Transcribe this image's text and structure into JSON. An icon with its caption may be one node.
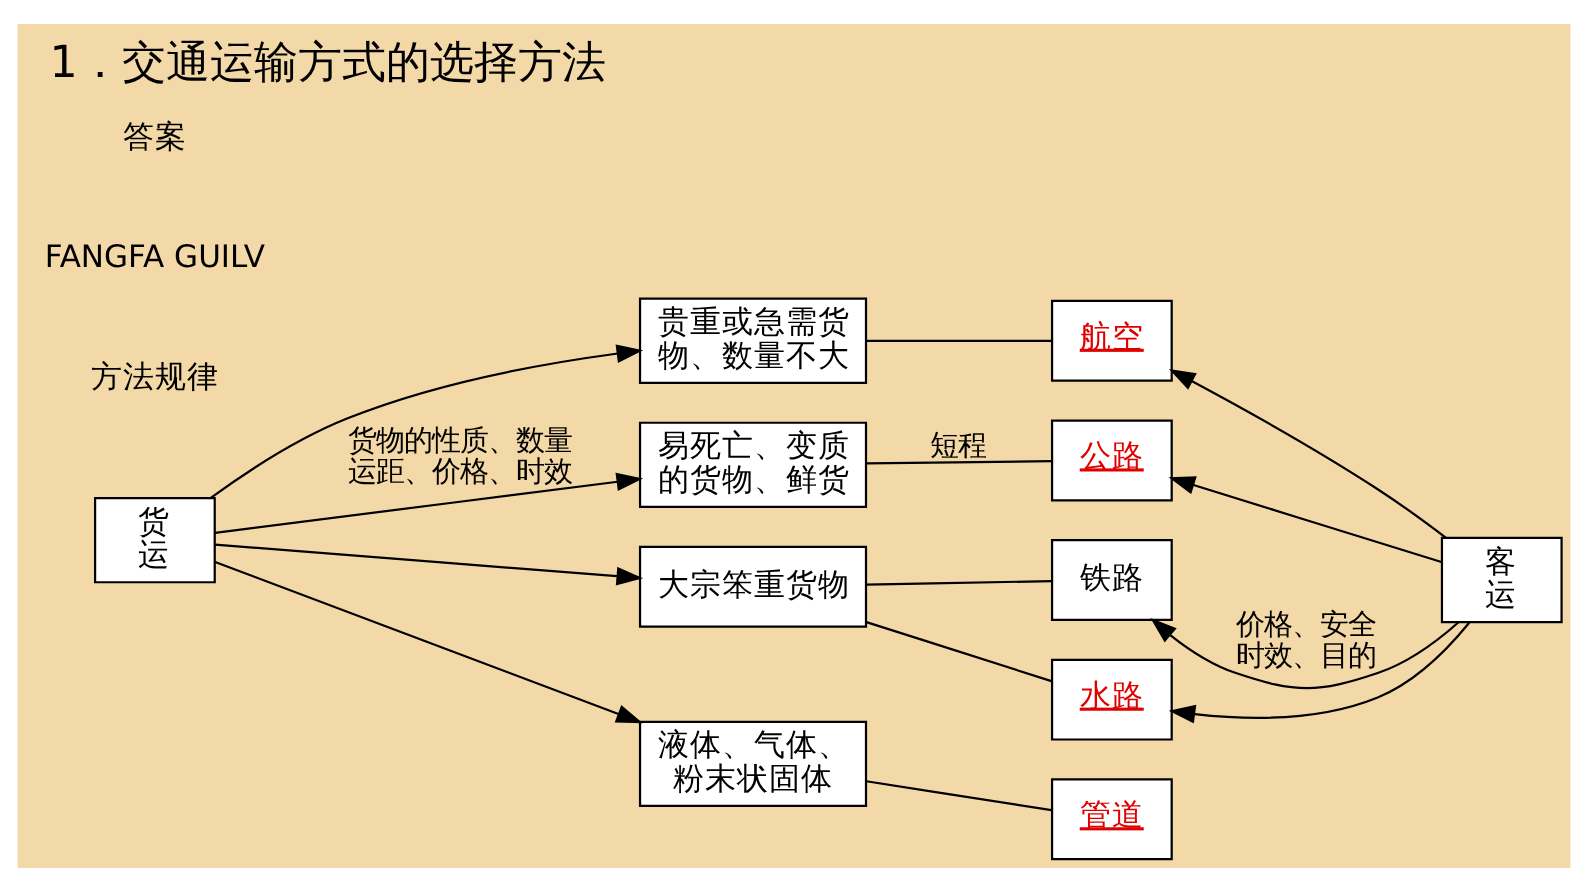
{
  "diagram": {
    "title": "1．交通运输方式的选择方法",
    "nodes": [
      {
        "text": [
          "货运"
        ]
      },
      {
        "text": [
          "贵重或急需货物、数量不大"
        ]
      },
      {
        "text": [
          "易死亡、变质的货物、鲜货"
        ]
      },
      {
        "text": [
          "大宗笨重货物"
        ]
      },
      {
        "text": [
          "液体、气体、粉末状固体"
        ]
      },
      {
        "text": [
          "航空"
        ]
      },
      {
        "text": [
          "公路"
        ]
      },
      {
        "text": [
          "铁路"
        ]
      },
      {
        "text": [
          "水路"
        ]
      },
      {
        "text": [
          "管道"
        ]
      },
      {
        "text": [
          "客运"
        ]
      }
    ],
    "edges": [
      {
        "from": 0,
        "to": 1,
        "arrow": "to"
      },
      {
        "from": 0,
        "to": 2,
        "arrow": "to",
        "label": "货物的性质、数量运距、价格、时效"
      },
      {
        "from": 0,
        "to": 3,
        "arrow": "to"
      },
      {
        "from": 0,
        "to": 4,
        "arrow": "to"
      },
      {
        "from": 1,
        "to": 5,
        "arrow": "none"
      },
      {
        "from": 2,
        "to": 6,
        "arrow": "none",
        "label": "短程"
      },
      {
        "from": 3,
        "to": 7,
        "arrow": "none"
      },
      {
        "from": 3,
        "to": 8,
        "arrow": "none"
      },
      {
        "from": 4,
        "to": 9,
        "arrow": "none"
      },
      {
        "from": 10,
        "to": 5,
        "arrow": "to"
      },
      {
        "from": 10,
        "to": 6,
        "arrow": "to"
      },
      {
        "from": 10,
        "to": 7,
        "arrow": "to",
        "label": "价格、安全时效、目的"
      },
      {
        "from": 10,
        "to": 8,
        "arrow": "to"
      }
    ],
    "labels": [
      "方法规律",
      "FANGFA GUILV",
      "答案"
    ]
  }
}
